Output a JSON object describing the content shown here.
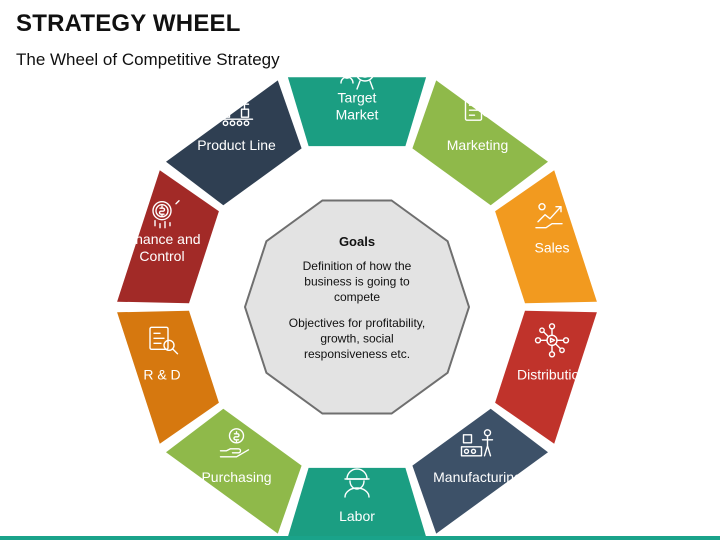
{
  "header": {
    "title": "STRATEGY WHEEL",
    "subtitle": "The Wheel of Competitive Strategy"
  },
  "center": {
    "heading": "Goals",
    "paragraph1": [
      "Definition of how the",
      "business is going to",
      "compete"
    ],
    "paragraph2": [
      "Objectives for profitability,",
      "growth, social",
      "responsiveness etc."
    ]
  },
  "segments": [
    {
      "label": [
        "Target",
        "Market"
      ],
      "color": "#1b9e82",
      "icon": "target-audience-icon"
    },
    {
      "label": [
        "Marketing"
      ],
      "color": "#8fb94a",
      "icon": "marketing-clipboard-icon"
    },
    {
      "label": [
        "Sales"
      ],
      "color": "#f29a1f",
      "icon": "sales-growth-icon"
    },
    {
      "label": [
        "Distribution"
      ],
      "color": "#c0332b",
      "icon": "distribution-network-icon"
    },
    {
      "label": [
        "Manufacturing"
      ],
      "color": "#3d5168",
      "icon": "manufacturing-factory-icon"
    },
    {
      "label": [
        "Labor"
      ],
      "color": "#1b9e82",
      "icon": "worker-helmet-icon"
    },
    {
      "label": [
        "Purchasing"
      ],
      "color": "#8fb94a",
      "icon": "purchasing-money-icon"
    },
    {
      "label": [
        "R & D"
      ],
      "color": "#d6780f",
      "icon": "research-document-icon"
    },
    {
      "label": [
        "Finance and",
        "Control"
      ],
      "color": "#a22a27",
      "icon": "finance-dollar-icon"
    },
    {
      "label": [
        "Product Line"
      ],
      "color": "#2f3f52",
      "icon": "product-line-icon"
    }
  ],
  "colors": {
    "center_fill": "#e3e3e3",
    "center_stroke": "#6f6f6f",
    "accent_bar": "#1aa38a"
  }
}
